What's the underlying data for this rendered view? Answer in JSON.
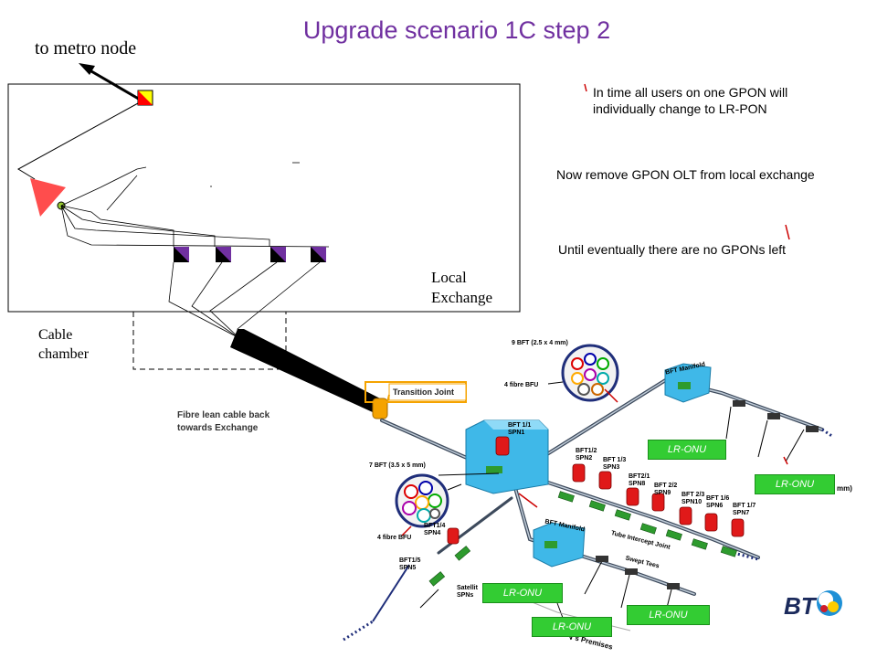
{
  "title": "Upgrade scenario 1C step 2",
  "metro_label": "to metro node",
  "local_exchange": [
    "Local",
    "Exchange"
  ],
  "cable_chamber": [
    "Cable",
    "chamber"
  ],
  "notes": {
    "n1": [
      "In time all users on one GPON will",
      "individually change to LR-PON"
    ],
    "n2": "Now remove GPON OLT from local exchange",
    "n3": "Until eventually there are no GPONs left"
  },
  "fibre_lean": [
    "Fibre lean cable back",
    "towards Exchange"
  ],
  "transition_joint": "Transition Joint",
  "onu_label": "LR-ONU",
  "field": {
    "bft9": "9 BFT (2.5 x 4 mm)",
    "bfu4a": "4 fibre BFU",
    "bft_manifold": "BFT Manifold",
    "bft7": "7 BFT (3.5 x 5 mm)",
    "bfu4b": "4 fibre BFU",
    "spn1": [
      "BFT 1/1",
      "SPN1"
    ],
    "spn2": [
      "BFT1/2",
      "SPN2"
    ],
    "spn3": [
      "BFT 1/3",
      "SPN3"
    ],
    "spn8": [
      "BFT2/1",
      "SPN8"
    ],
    "spn9": [
      "BFT 2/2",
      "SPN9"
    ],
    "spn10": [
      "BFT 2/3",
      "SPN10"
    ],
    "spn6": [
      "BFT 1/6",
      "SPN6"
    ],
    "spn7": [
      "BFT 1/7",
      "SPN7"
    ],
    "spn4": [
      "BFT1/4",
      "SPN4"
    ],
    "spn5": [
      "BFT1/5",
      "SPN5"
    ],
    "tube_joint": "Tube Intercept Joint",
    "swept_tees": "Swept Tees",
    "satellite": [
      "Satellit",
      "SPNs"
    ],
    "mm": "mm)",
    "premises": "r's Premises"
  },
  "brand": "BT",
  "colors": {
    "title": "#7030a0",
    "onu_fill": "#33cc33",
    "olt_purple": "#7030a0",
    "splitter_red": "#ff4d4d"
  }
}
